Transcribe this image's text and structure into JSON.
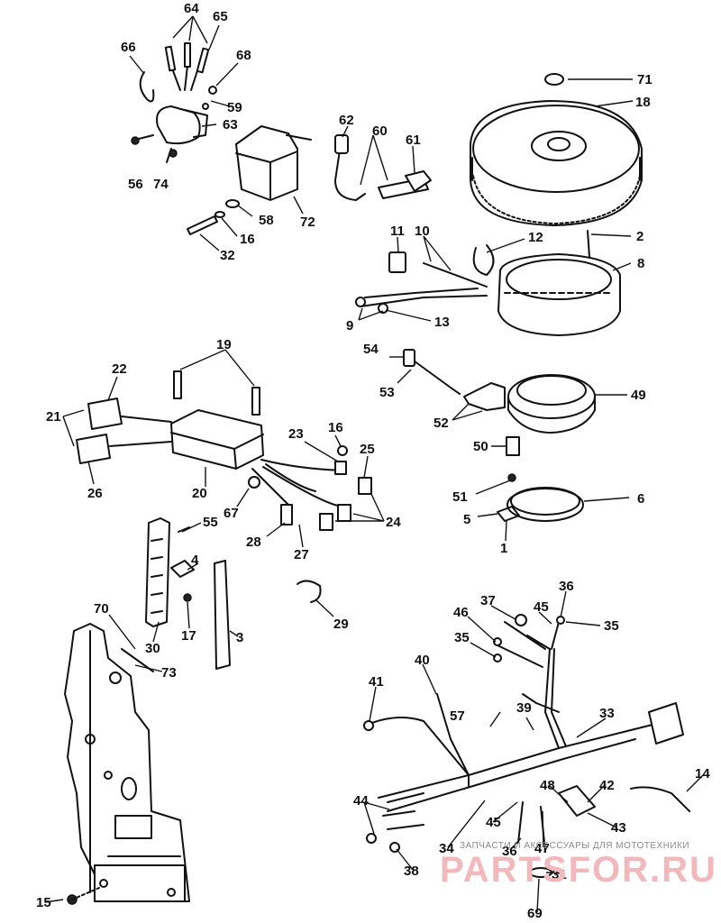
{
  "callouts": [
    "64",
    "65",
    "66",
    "68",
    "59",
    "63",
    "56",
    "74",
    "62",
    "60",
    "61",
    "71",
    "18",
    "58",
    "16",
    "32",
    "72",
    "11",
    "10",
    "12",
    "2",
    "8",
    "9",
    "13",
    "19",
    "22",
    "21",
    "26",
    "20",
    "23",
    "16",
    "25",
    "67",
    "28",
    "27",
    "24",
    "54",
    "53",
    "52",
    "49",
    "50",
    "51",
    "5",
    "1",
    "6",
    "55",
    "4",
    "17",
    "3",
    "70",
    "30",
    "73",
    "29",
    "46",
    "37",
    "45",
    "36",
    "35",
    "35",
    "41",
    "40",
    "39",
    "57",
    "33",
    "48",
    "42",
    "43",
    "14",
    "44",
    "45",
    "34",
    "36",
    "47",
    "31",
    "38",
    "69",
    "15"
  ],
  "watermark": {
    "small": "ЗАПЧАСТИ И АКСЕССУАРЫ ДЛЯ МОТОТЕХНИКИ",
    "big": "PARTSFOR.RU"
  }
}
